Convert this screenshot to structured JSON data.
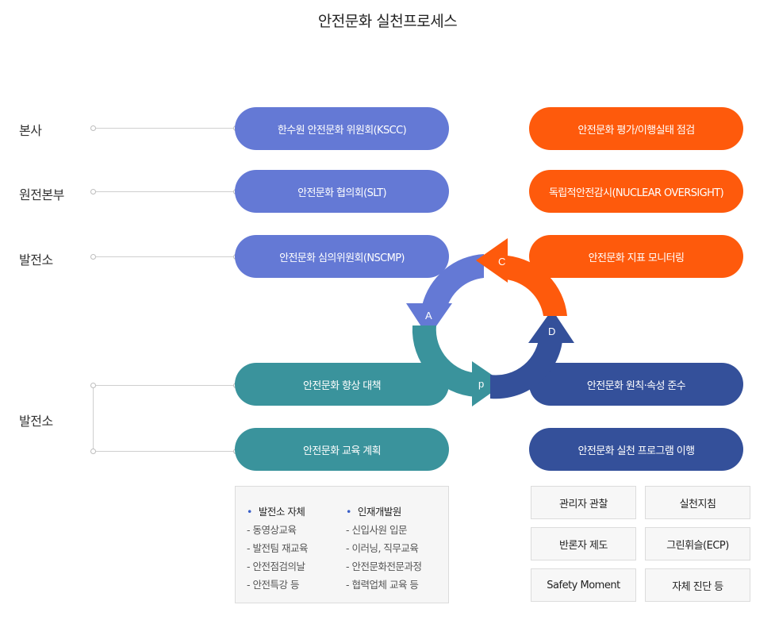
{
  "title": "안전문화 실천프로세스",
  "levels": [
    "본사",
    "원전본부",
    "발전소",
    "발전소"
  ],
  "left_pills": [
    "한수원 안전문화 위원회(KSCC)",
    "안전문화 협의회(SLT)",
    "안전문화 심의위원회(NSCMP)",
    "안전문화 향상 대책",
    "안전문화 교육 계획"
  ],
  "right_pills": [
    "안전문화 평가/이행실태 점검",
    "독립적안전감시(NUCLEAR OVERSIGHT)",
    "안전문화 지표 모니터링",
    "안전문화 원칙·속성 준수",
    "안전문화 실천 프로그램 이행"
  ],
  "cycle_labels": [
    "C",
    "A",
    "D",
    "p"
  ],
  "education": {
    "col1": {
      "head": "발전소 자체",
      "items": [
        "- 동영상교육",
        "- 발전팀 재교육",
        "- 안전점검의날",
        "- 안전특강 등"
      ]
    },
    "col2": {
      "head": "인재개발원",
      "items": [
        "- 신입사원 입문",
        "- 이러닝, 직무교육",
        "- 안전문화전문과정",
        "- 협력업체 교육 등"
      ]
    }
  },
  "programs": [
    "관리자 관찰",
    "실천지침",
    "반론자 제도",
    "그린휘슬(ECP)",
    "Safety Moment",
    "자체 진단 등"
  ],
  "colors": {
    "blue": "#6479d5",
    "teal": "#3a939c",
    "orange": "#fe5a0c",
    "navy": "#34509a"
  }
}
